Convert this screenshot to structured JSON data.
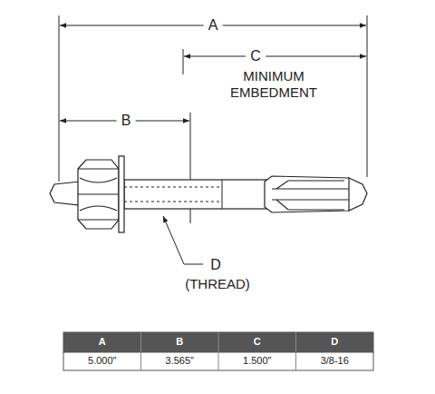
{
  "diagram": {
    "labels": [
      "A",
      "C",
      "MINIMUM EMBEDMENT",
      "B",
      "D",
      "(THREAD)",
      "A",
      "B",
      "C",
      "D",
      "5.000\"",
      "3.565\"",
      "1.500\"",
      "3/8-16"
    ]
  }
}
